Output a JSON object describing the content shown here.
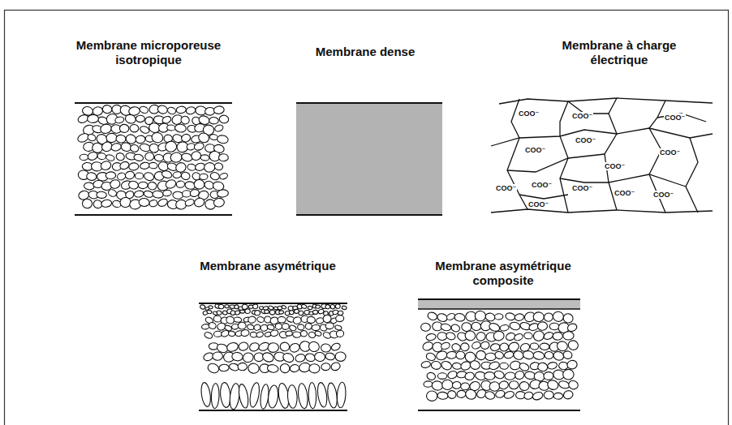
{
  "diagram": {
    "nodes": [
      {
        "text": [
          "Membrane microporeuse isotropique"
        ]
      },
      {
        "text": [
          "Membrane dense"
        ]
      },
      {
        "text": [
          "Membrane à charge électrique"
        ]
      },
      {
        "text": [
          "Membrane asymétrique"
        ]
      },
      {
        "text": [
          "Membrane asymétrique composite"
        ]
      }
    ],
    "labels": [
      "COO⁻",
      "COO⁻",
      "COO⁻",
      "COO⁻",
      "COO⁻",
      "COO⁻",
      "COO⁻",
      "COO⁻",
      "COO⁻",
      "COO⁻",
      "COO⁻",
      "COO⁻",
      "COO⁻"
    ]
  }
}
